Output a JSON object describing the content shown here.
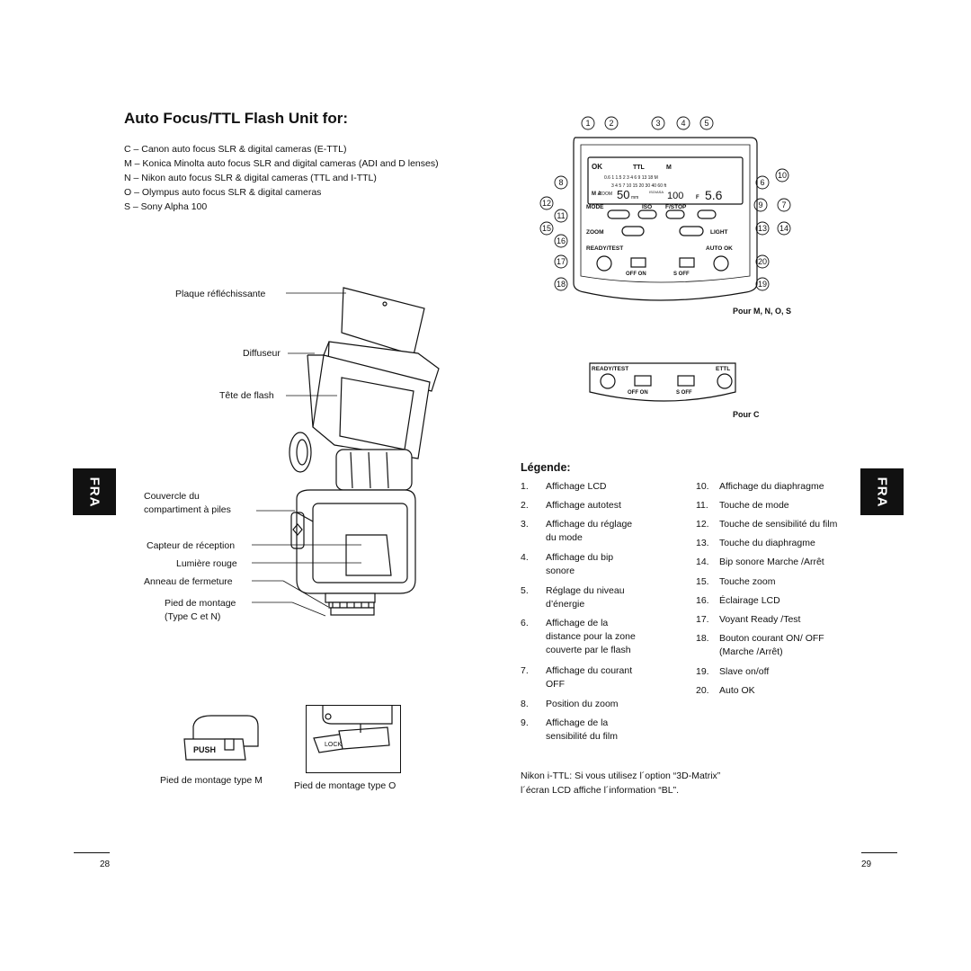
{
  "title": "Auto Focus/TTL Flash Unit for:",
  "cameras": [
    "C – Canon auto focus SLR & digital cameras (E-TTL)",
    "M – Konica Minolta auto focus SLR and digital cameras (ADI and D lenses)",
    "N – Nikon auto focus SLR & digital cameras (TTL  and I-TTL)",
    "O – Olympus auto focus SLR & digital cameras",
    "S – Sony Alpha 100"
  ],
  "flash_labels": {
    "plaque": "Plaque réfléchissante",
    "diffuseur": "Diffuseur",
    "tete": "Tête de flash",
    "couvercle_1": "Couvercle du",
    "couvercle_2": "compartiment à piles",
    "capteur": "Capteur de réception",
    "lumiere": "Lumière rouge",
    "anneau": "Anneau de fermeture",
    "pied_1": "Pied de montage",
    "pied_2": "(Type C et N)"
  },
  "foot": {
    "m_caption": "Pied de montage type M",
    "o_caption": "Pied de montage type O",
    "push": "PUSH",
    "lock": "LOCK"
  },
  "side_tab": "FRA",
  "panel_mnos": {
    "caption": "Pour M, N, O, S",
    "callouts": [
      "1",
      "2",
      "3",
      "4",
      "5",
      "6",
      "7",
      "8",
      "9",
      "10",
      "11",
      "12",
      "13",
      "14",
      "15",
      "16",
      "17",
      "18",
      "19",
      "20"
    ],
    "lcd": {
      "ok": "OK",
      "ttl": "TTL",
      "m": "M",
      "scale": "0.6  1  1.5  2   3   4   6   9  13  18  M",
      "scale2": "3   4   5   7   10  15  20  30  40  60  ft",
      "m_a": "M\nA",
      "zoom": "ZOOM",
      "zoom_value": "50",
      "mm": "mm",
      "iso_asa": "ISO/ASA",
      "iso_value": "100",
      "f": "F",
      "f_value": "5.6"
    },
    "buttons": {
      "mode": "MODE",
      "iso": "ISO",
      "fstop": "F/STOP",
      "zoom": "ZOOM",
      "light": "LIGHT",
      "ready_test": "READY/TEST",
      "auto_ok": "AUTO OK",
      "off_on": "OFF  ON",
      "s_off": "S   OFF"
    }
  },
  "panel_c": {
    "caption": "Pour C",
    "ready_test": "READY/TEST",
    "ettl": "ETTL",
    "off_on": "OFF  ON",
    "s_off": "S   OFF"
  },
  "legend": {
    "title": "Légende:",
    "left": [
      {
        "n": "1.",
        "t": "Affichage LCD"
      },
      {
        "n": "2.",
        "t": "Affichage autotest"
      },
      {
        "n": "3.",
        "t": "Affichage du réglage\ndu mode"
      },
      {
        "n": "4.",
        "t": "Affichage du bip\nsonore"
      },
      {
        "n": "5.",
        "t": "Réglage du niveau\nd’énergie"
      },
      {
        "n": "6.",
        "t": "Affichage de la\ndistance pour la zone\ncouverte par le flash"
      },
      {
        "n": "7.",
        "t": "Affichage du courant\nOFF"
      },
      {
        "n": "8.",
        "t": "Position du zoom"
      },
      {
        "n": "9.",
        "t": "Affichage de la\nsensibilité du film"
      }
    ],
    "right": [
      {
        "n": "10.",
        "t": "Affichage du diaphragme"
      },
      {
        "n": "11.",
        "t": "Touche de mode"
      },
      {
        "n": "12.",
        "t": "Touche de sensibilité du film"
      },
      {
        "n": "13.",
        "t": "Touche du diaphragme"
      },
      {
        "n": "14.",
        "t": "Bip sonore Marche /Arrêt"
      },
      {
        "n": "15.",
        "t": "Touche zoom"
      },
      {
        "n": "16.",
        "t": "Éclairage LCD"
      },
      {
        "n": "17.",
        "t": "Voyant Ready /Test"
      },
      {
        "n": "18.",
        "t": "Bouton courant ON/ OFF\n(Marche /Arrêt)"
      },
      {
        "n": "19.",
        "t": "Slave on/off"
      },
      {
        "n": "20.",
        "t": "Auto OK"
      }
    ]
  },
  "note": {
    "line1": "Nikon i-TTL: Si vous utilisez l´option “3D-Matrix”",
    "line2": "l´écran LCD affiche l´information “BL”."
  },
  "page_left": "28",
  "page_right": "29"
}
